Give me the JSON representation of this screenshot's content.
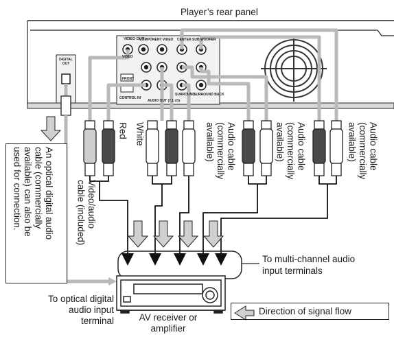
{
  "labels": {
    "rear_panel": "Player’s rear panel",
    "multi_channel_line1": "To multi-channel audio",
    "multi_channel_line2": "input terminals",
    "optical_in_line1": "To optical digital",
    "optical_in_line2": "audio input",
    "optical_in_line3": "terminal",
    "receiver_line1": "AV receiver or",
    "receiver_line2": "amplifier",
    "legend": "Direction of signal flow",
    "red": "Red",
    "white": "White",
    "video_audio_cable": "Video/audio\ncable (included)",
    "audio_cable_1": "Audio cable\n(commercially\navailable)",
    "audio_cable_2": "Audio cable\n(commercially\navailable)",
    "audio_cable_3": "Audio cable\n(commercially\navailable)",
    "optical_note": "An optical digital audio\ncable (commercially\navailable) can also be\nused for connection."
  },
  "panel_labels": {
    "digital_out": "DIGITAL OUT",
    "video_out": "VIDEO OUT",
    "video": "VIDEO",
    "component_video": "COMPONENT VIDEO",
    "center": "CENTER",
    "sub_woofer": "SUB WOOFER",
    "front": "FRONT",
    "surround": "SURROUND",
    "surround_back": "SURROUND BACK",
    "control_in": "CONTROL IN",
    "audio_out": "AUDIO OUT (7.1 ch)"
  },
  "colors": {
    "cable_gray": "#b9b9b9",
    "plug_dark": "#4a4a4a",
    "plug_light": "#ffffff",
    "plug_gray": "#cfcfcf",
    "line": "#1a1a1a"
  }
}
